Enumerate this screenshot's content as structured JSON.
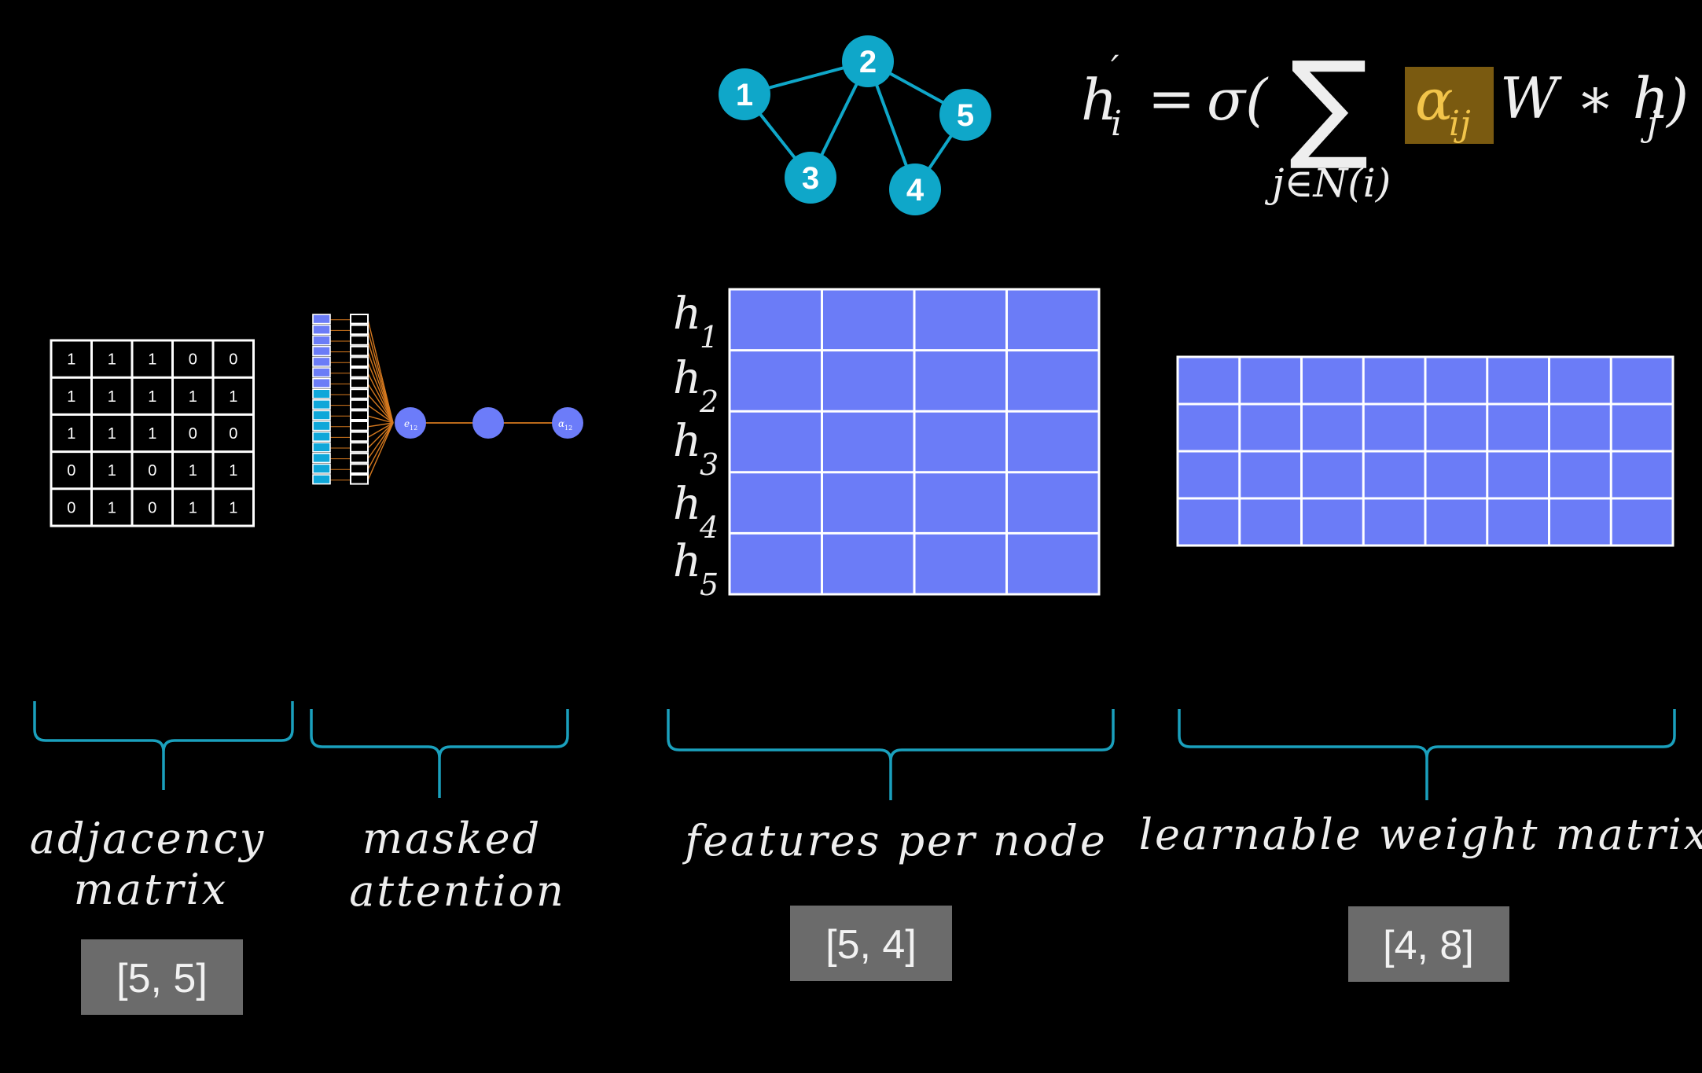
{
  "colors": {
    "background": "#000000",
    "node_fill": "#0fa7c9",
    "cell_fill": "#6b7cf7",
    "cell_fill_light": "#6c7cf9",
    "brace": "#1aa0bd",
    "highlight_bg": "#7a5a10",
    "highlight_text": "#f2c44a",
    "attention_lines": "#d4781e",
    "shape_box": "#6b6b6b"
  },
  "formula": {
    "lhs": "h",
    "lhs_sub": "i",
    "prime": "′",
    "eq": "=",
    "sigma": "σ(",
    "sum": "∑",
    "sum_sub": "j∈N(i)",
    "alpha": "α",
    "alpha_sub": "ij",
    "w_star": "W ∗ h",
    "h_sub": "j",
    "close": ")"
  },
  "graph": {
    "nodes": [
      "1",
      "2",
      "3",
      "4",
      "5"
    ],
    "edges": [
      [
        "1",
        "2"
      ],
      [
        "1",
        "3"
      ],
      [
        "2",
        "3"
      ],
      [
        "2",
        "4"
      ],
      [
        "2",
        "5"
      ],
      [
        "4",
        "5"
      ]
    ]
  },
  "adjacency_matrix": {
    "rows": [
      [
        "1",
        "1",
        "1",
        "0",
        "0"
      ],
      [
        "1",
        "1",
        "1",
        "1",
        "1"
      ],
      [
        "1",
        "1",
        "1",
        "0",
        "0"
      ],
      [
        "0",
        "1",
        "0",
        "1",
        "1"
      ],
      [
        "0",
        "1",
        "0",
        "1",
        "1"
      ]
    ],
    "label_line1": "adjacency",
    "label_line2": "matrix",
    "shape": "[5, 5]"
  },
  "masked_attention": {
    "label_line1": "masked",
    "label_line2": "attention",
    "e_node": "e",
    "e_sub": "12",
    "a_node": "α",
    "a_sub": "12"
  },
  "features": {
    "row_labels": [
      {
        "h": "h",
        "sub": "1"
      },
      {
        "h": "h",
        "sub": "2"
      },
      {
        "h": "h",
        "sub": "3"
      },
      {
        "h": "h",
        "sub": "4"
      },
      {
        "h": "h",
        "sub": "5"
      }
    ],
    "rows": 5,
    "cols": 4,
    "label": "features per node",
    "shape": "[5, 4]"
  },
  "weights": {
    "rows": 4,
    "cols": 8,
    "label": "learnable weight matrix",
    "shape": "[4, 8]"
  }
}
